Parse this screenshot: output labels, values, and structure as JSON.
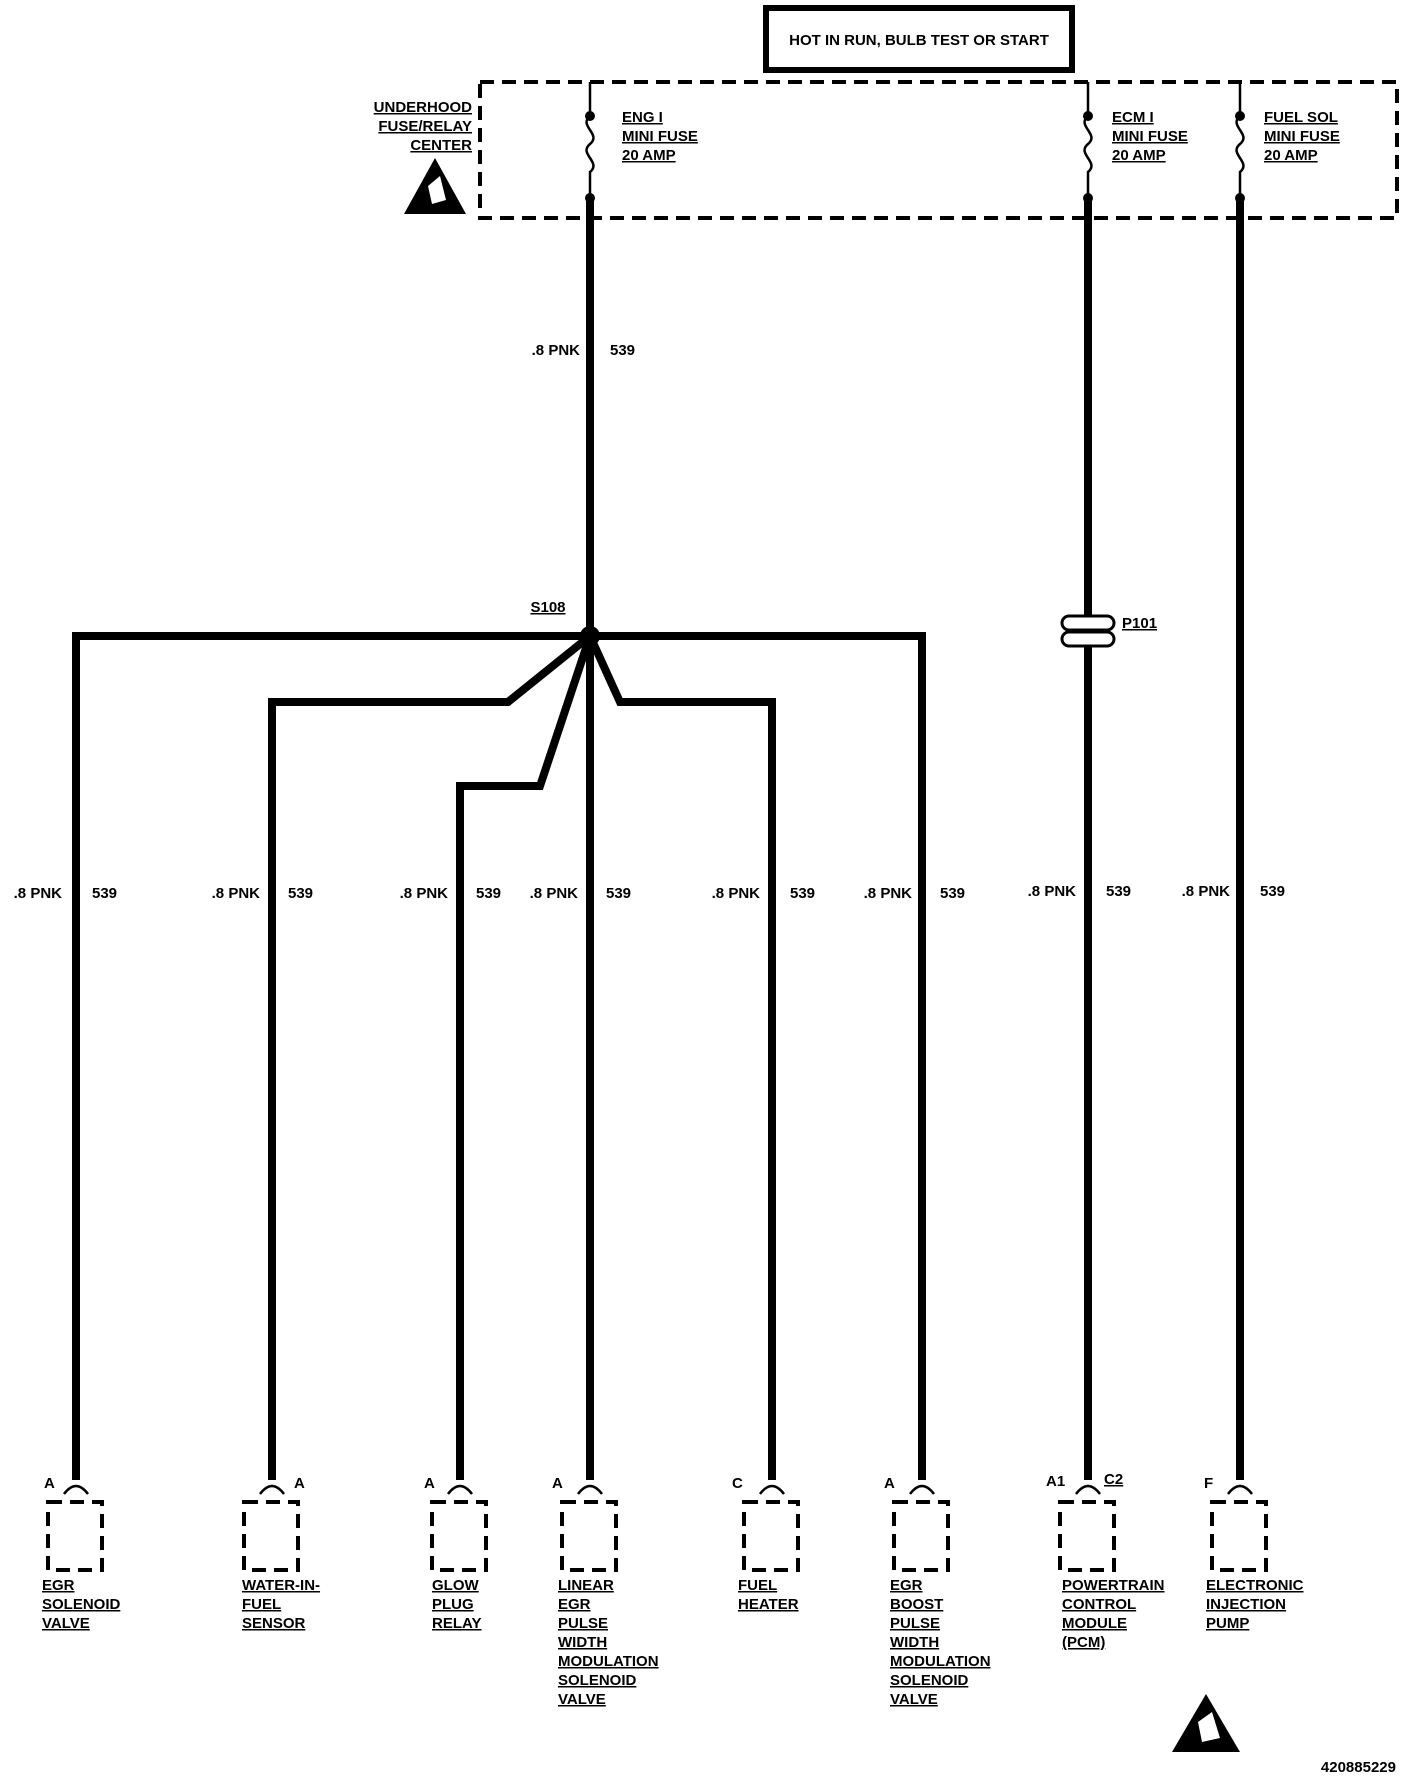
{
  "power_label": "HOT IN RUN, BULB TEST OR START",
  "fuse_center": {
    "label_lines": [
      "UNDERHOOD",
      "FUSE/RELAY",
      "CENTER"
    ],
    "fuses": [
      {
        "lines": [
          "ENG I",
          "MINI FUSE",
          "20 AMP"
        ]
      },
      {
        "lines": [
          "ECM I",
          "MINI FUSE",
          "20 AMP"
        ]
      },
      {
        "lines": [
          "FUEL SOL",
          "MINI FUSE",
          "20 AMP"
        ]
      }
    ]
  },
  "splice": {
    "label": "S108"
  },
  "connector": {
    "label": "P101"
  },
  "wire": {
    "gauge_color": ".8 PNK",
    "circuit": "539"
  },
  "components": [
    {
      "pin": "A",
      "lines": [
        "EGR",
        "SOLENOID",
        "VALVE"
      ]
    },
    {
      "pin": "A",
      "lines": [
        "WATER-IN-",
        "FUEL",
        "SENSOR"
      ]
    },
    {
      "pin": "A",
      "lines": [
        "GLOW",
        "PLUG",
        "RELAY"
      ]
    },
    {
      "pin": "A",
      "lines": [
        "LINEAR",
        "EGR",
        "PULSE",
        "WIDTH",
        "MODULATION",
        "SOLENOID",
        "VALVE"
      ]
    },
    {
      "pin": "C",
      "lines": [
        "FUEL",
        "HEATER"
      ]
    },
    {
      "pin": "A",
      "lines": [
        "EGR",
        "BOOST",
        "PULSE",
        "WIDTH",
        "MODULATION",
        "SOLENOID",
        "VALVE"
      ]
    },
    {
      "pin": "A1",
      "connector": "C2",
      "lines": [
        "POWERTRAIN",
        "CONTROL",
        "MODULE",
        "(PCM)"
      ]
    },
    {
      "pin": "F",
      "lines": [
        "ELECTRONIC",
        "INJECTION",
        "PUMP"
      ]
    }
  ],
  "figure_id": "420885229",
  "icons": [
    "esd-warning-icon",
    "esd-warning-icon"
  ]
}
